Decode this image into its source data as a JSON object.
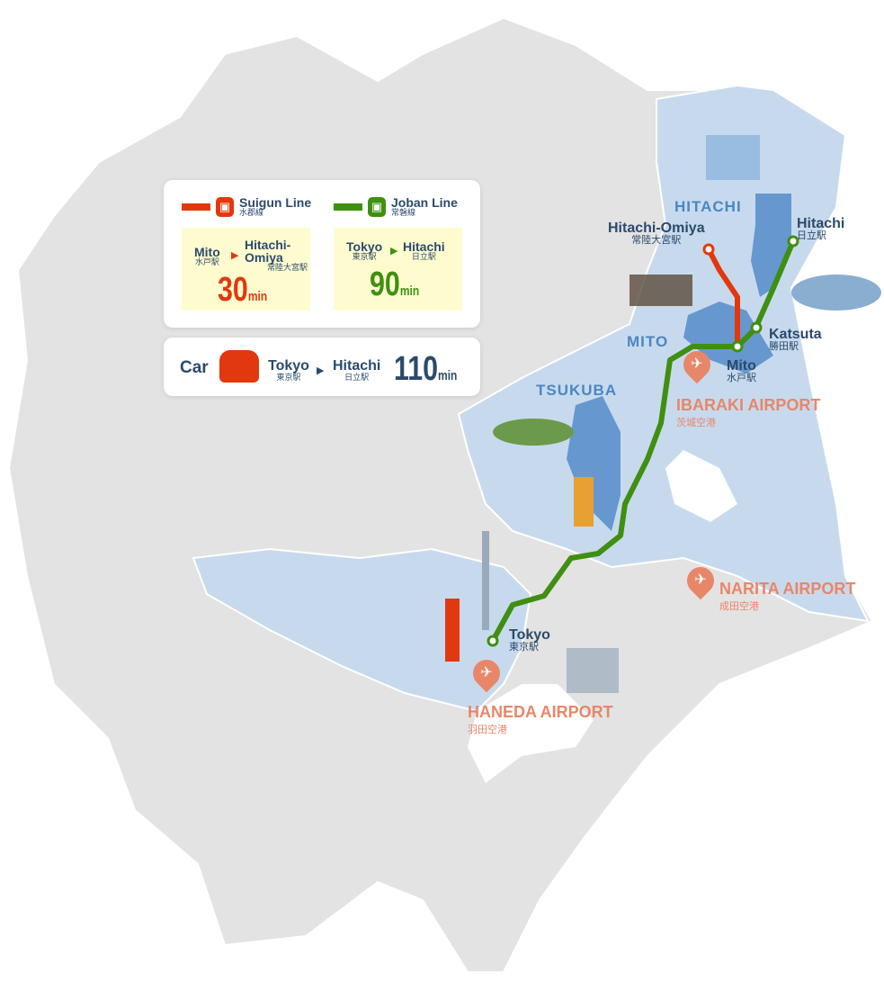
{
  "colors": {
    "land": "#e3e3e3",
    "ibaraki": "#c7daed",
    "lake": "#6698cf",
    "tokyo": "#c7daed",
    "suigun": "#e2380e",
    "joban": "#3f8f10",
    "airport": "#e8866a",
    "text": "#2b4a6b",
    "panel": "#fefccf"
  },
  "legend": {
    "suigun": {
      "name": "Suigun Line",
      "name_jp": "水郡線",
      "from": "Mito",
      "from_jp": "水戸駅",
      "to": "Hitachi-Omiya",
      "to_jp": "常陸大宮駅",
      "time": "30",
      "unit": "min",
      "icon": "train-icon"
    },
    "joban": {
      "name": "Joban Line",
      "name_jp": "常磐線",
      "from": "Tokyo",
      "from_jp": "東京駅",
      "to": "Hitachi",
      "to_jp": "日立駅",
      "time": "90",
      "unit": "min",
      "icon": "train-icon"
    },
    "car": {
      "label": "Car",
      "from": "Tokyo",
      "from_jp": "東京駅",
      "to": "Hitachi",
      "to_jp": "日立駅",
      "time": "110",
      "unit": "min",
      "icon": "car-icon"
    }
  },
  "regions": [
    "HITACHI",
    "MITO",
    "TSUKUBA"
  ],
  "stations": [
    {
      "name": "Hitachi-Omiya",
      "jp": "常陸大宮駅"
    },
    {
      "name": "Hitachi",
      "jp": "日立駅"
    },
    {
      "name": "Katsuta",
      "jp": "勝田駅"
    },
    {
      "name": "Mito",
      "jp": "水戸駅"
    },
    {
      "name": "Tokyo",
      "jp": "東京駅"
    }
  ],
  "airports": [
    {
      "name": "IBARAKI AIRPORT",
      "jp": "茨城空港"
    },
    {
      "name": "NARITA AIRPORT",
      "jp": "成田空港"
    },
    {
      "name": "HANEDA AIRPORT",
      "jp": "羽田空港"
    }
  ]
}
